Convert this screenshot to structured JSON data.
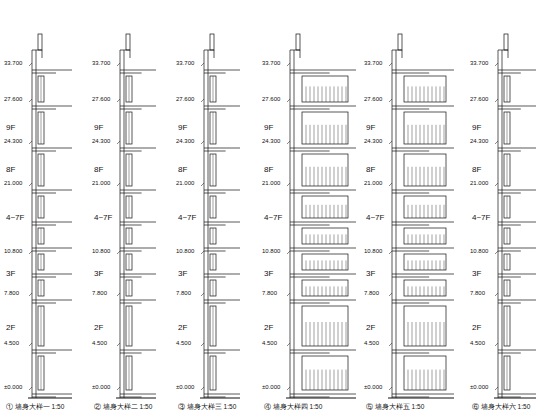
{
  "diagram": {
    "labels": [
      "33.700",
      "27.600",
      "24.300",
      "21.000",
      "10.800",
      "7.800",
      "4.500",
      "±0.000",
      "9F",
      "8F",
      "4~7F",
      "3F",
      "2F",
      "① 墙身大样一 1:50",
      "33.700",
      "27.600",
      "24.300",
      "21.000",
      "10.800",
      "7.800",
      "4.500",
      "±0.000",
      "9F",
      "8F",
      "4~7F",
      "3F",
      "2F",
      "② 墙身大样二 1:50",
      "33.700",
      "27.600",
      "24.300",
      "21.000",
      "10.800",
      "7.800",
      "4.500",
      "±0.000",
      "9F",
      "8F",
      "4~7F",
      "3F",
      "2F",
      "③ 墙身大样三 1:50",
      "33.700",
      "27.600",
      "24.300",
      "21.000",
      "10.800",
      "7.800",
      "4.500",
      "±0.000",
      "9F",
      "8F",
      "4~7F",
      "3F",
      "2F",
      "④ 墙身大样四 1:50",
      "33.700",
      "27.600",
      "24.300",
      "21.000",
      "10.800",
      "7.800",
      "4.500",
      "±0.000",
      "9F",
      "8F",
      "4~7F",
      "3F",
      "2F",
      "⑤ 墙身大样五 1:50",
      "33.700",
      "27.600",
      "24.300",
      "21.000",
      "10.800",
      "7.800",
      "4.500",
      "±0.000",
      "9F",
      "8F",
      "4~7F",
      "3F",
      "2F",
      "⑥ 墙身大样六 1:50"
    ]
  }
}
